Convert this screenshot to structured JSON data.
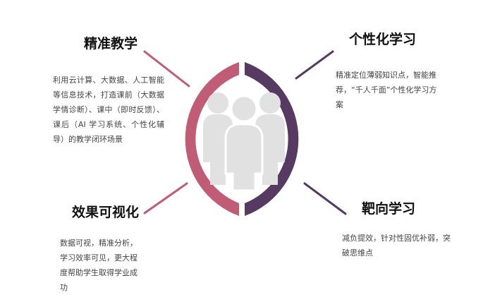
{
  "colors": {
    "left_ring": "#C05C75",
    "right_ring": "#573A61",
    "people_icon": "#E1E1E1",
    "title_text": "#111111",
    "body_text": "#444444"
  },
  "quadrants": {
    "top_left": {
      "title": "精准教学",
      "description": "利用云计算、大数据、人工智能等信息技术，打造课前（大数据学情诊断）、课中（即时反馈）、课后（AI 学习系统、个性化辅导）的教学闭环场景"
    },
    "top_right": {
      "title": "个性化学习",
      "description": "精准定位薄弱知识点，智能推荐，“千人千面”个性化学习方案"
    },
    "bottom_left": {
      "title": "效果可视化",
      "description": "数据可视，精准分析，学习效率可见，更大程度帮助学生取得学业成功"
    },
    "bottom_right": {
      "title": "靶向学习",
      "description": "减负提效，针对性固优补弱，突破思维点"
    }
  },
  "center_icon": "group-of-people-icon"
}
